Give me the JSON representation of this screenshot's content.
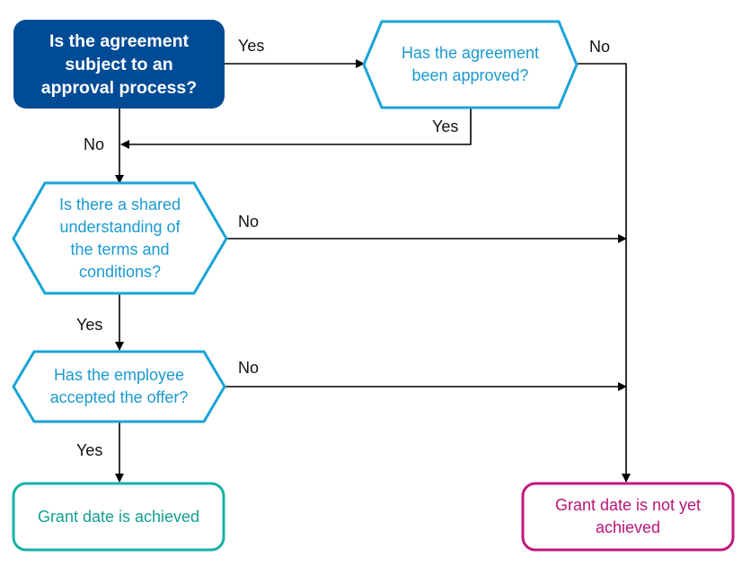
{
  "colors": {
    "start_fill": "#004b96",
    "decision_stroke": "#1aa3d8",
    "decision_text": "#1a9ad0",
    "achieved_stroke": "#16b2a4",
    "achieved_text": "#149f92",
    "not_achieved_stroke": "#c2187c",
    "not_achieved_text": "#b8157a",
    "line": "#000000"
  },
  "nodes": {
    "start": "Is the agreement\nsubject to an\napproval process?",
    "approved": "Has the agreement\nbeen approved?",
    "shared": "Is there a shared\nunderstanding of\nthe terms and\nconditions?",
    "accepted": "Has the employee\naccepted the offer?",
    "achieved": "Grant date is achieved",
    "not_achieved": "Grant date is not yet\nachieved"
  },
  "edges": {
    "start_yes": "Yes",
    "approved_no": "No",
    "approved_yes": "Yes",
    "start_no": "No",
    "shared_no": "No",
    "shared_yes": "Yes",
    "accepted_no": "No",
    "accepted_yes": "Yes"
  }
}
